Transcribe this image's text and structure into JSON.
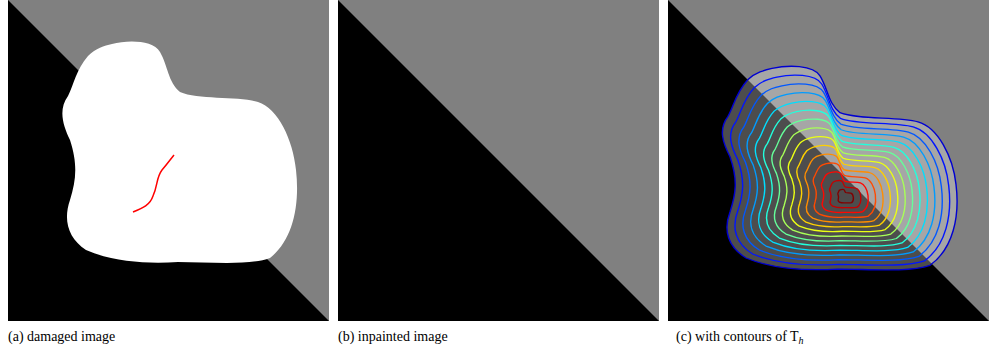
{
  "diagram": {
    "labels": [
      "(a) damaged image",
      "(b) inpainted image",
      "(c) with contours of T",
      "h"
    ]
  }
}
